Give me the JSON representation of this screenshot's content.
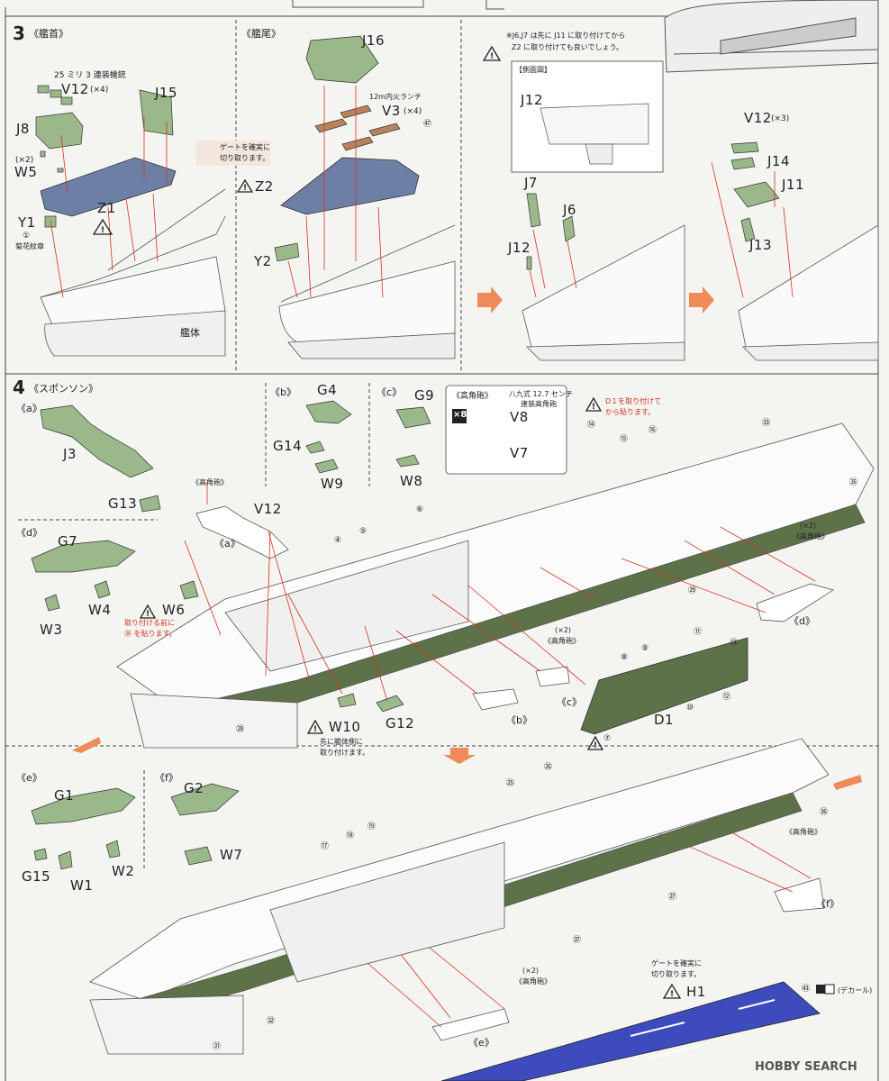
{
  "step3": {
    "number": "3",
    "bow_head": "《艦首》",
    "stern_head": "《艦尾》",
    "gun_caption": "25 ミリ 3 連装機銃",
    "v12": "V12",
    "v12_mult": "(×4)",
    "j15": "J15",
    "j8": "J8",
    "w5_mult": "(×2)",
    "w5": "W5",
    "y1": "Y1",
    "y1_note_num": "①",
    "y1_note": "菊花紋章",
    "z1": "Z1",
    "hull": "艦体",
    "gate_note_l1": "ゲートを確実に",
    "gate_note_l2": "切り取ります。",
    "j16": "J16",
    "launch_caption": "12m内火ランチ",
    "v3": "V3",
    "v3_mult": "(×4)",
    "decal47": "㊼",
    "z2": "Z2",
    "y2": "Y2",
    "note_top_l1": "※J6,J7 は先に J11 に取り付けてから",
    "note_top_l2": "Z2 に取り付けても良いでしょう。",
    "side_view": "【側面図】",
    "j12": "J12",
    "j7": "J7",
    "j6": "J6",
    "j12b": "J12",
    "v12b": "V12",
    "v12b_mult": "(×3)",
    "j14": "J14",
    "j11": "J11",
    "j13": "J13"
  },
  "step4": {
    "number": "4",
    "sponson_head": "《スポンソン》",
    "a": "《a》",
    "b": "《b》",
    "c": "《c》",
    "d": "《d》",
    "e": "《e》",
    "f": "《f》",
    "j3": "J3",
    "g13": "G13",
    "g4": "G4",
    "g14": "G14",
    "w9": "W9",
    "g9": "G9",
    "w8": "W8",
    "aa_box_title": "《高角砲》",
    "aa_box_caption_l1": "八九式 12.7 センチ",
    "aa_box_caption_l2": "連装高角砲",
    "x8": "×8",
    "v8": "V8",
    "v7": "V7",
    "d1_note_l1": "D１を取り付けて",
    "d1_note_l2": "から貼ります。",
    "g7": "G7",
    "w3": "W3",
    "w4": "W4",
    "aa_label": "《高角砲》",
    "v12": "V12",
    "w6": "W6",
    "w6_note_l1": "取り付ける前に",
    "w6_note_l2": "㊱ を貼ります。",
    "w10": "W10",
    "w10_note_l1": "先に艦体側に",
    "w10_note_l2": "取り付けます。",
    "g12": "G12",
    "d1": "D1",
    "x2": "(×2)",
    "x2b": "(×2)",
    "x2c": "(×2)",
    "aa_label2": "《高角砲》",
    "aa_label3": "《高角砲》",
    "aa_label4": "《高角砲》",
    "aa_label5": "《高角砲》",
    "g1": "G1",
    "g15": "G15",
    "w1": "W1",
    "w2": "W2",
    "g2": "G2",
    "w7": "W7",
    "h1": "H1",
    "h1_note_l1": "ゲートを確実に",
    "h1_note_l2": "切り取ります。",
    "decal43": "㊸",
    "decal_word": "(デカール)",
    "decals": [
      "⑭",
      "⑮",
      "⑯",
      "㉝",
      "㉟",
      "④",
      "⑤",
      "⑥",
      "㉙",
      "⑧",
      "⑨",
      "⑪",
      "⑬",
      "⑩",
      "⑫",
      "⑦",
      "㉘",
      "㉕",
      "㉖",
      "⑰",
      "⑱",
      "⑲",
      "㊱",
      "㉗",
      "㊲",
      "㉜",
      "㉛"
    ]
  },
  "watermark": "HOBBY SEARCH",
  "colors": {
    "part_green": "#9ab88a",
    "part_green_dark": "#556b48",
    "deck_blue": "#6e7fa6",
    "hull_green": "#5d7248",
    "flight_deck": "#3d4bbd",
    "accent_red": "#d9301f",
    "arrow_orange": "#ef8a5a",
    "launch_brown": "#b8835a"
  }
}
